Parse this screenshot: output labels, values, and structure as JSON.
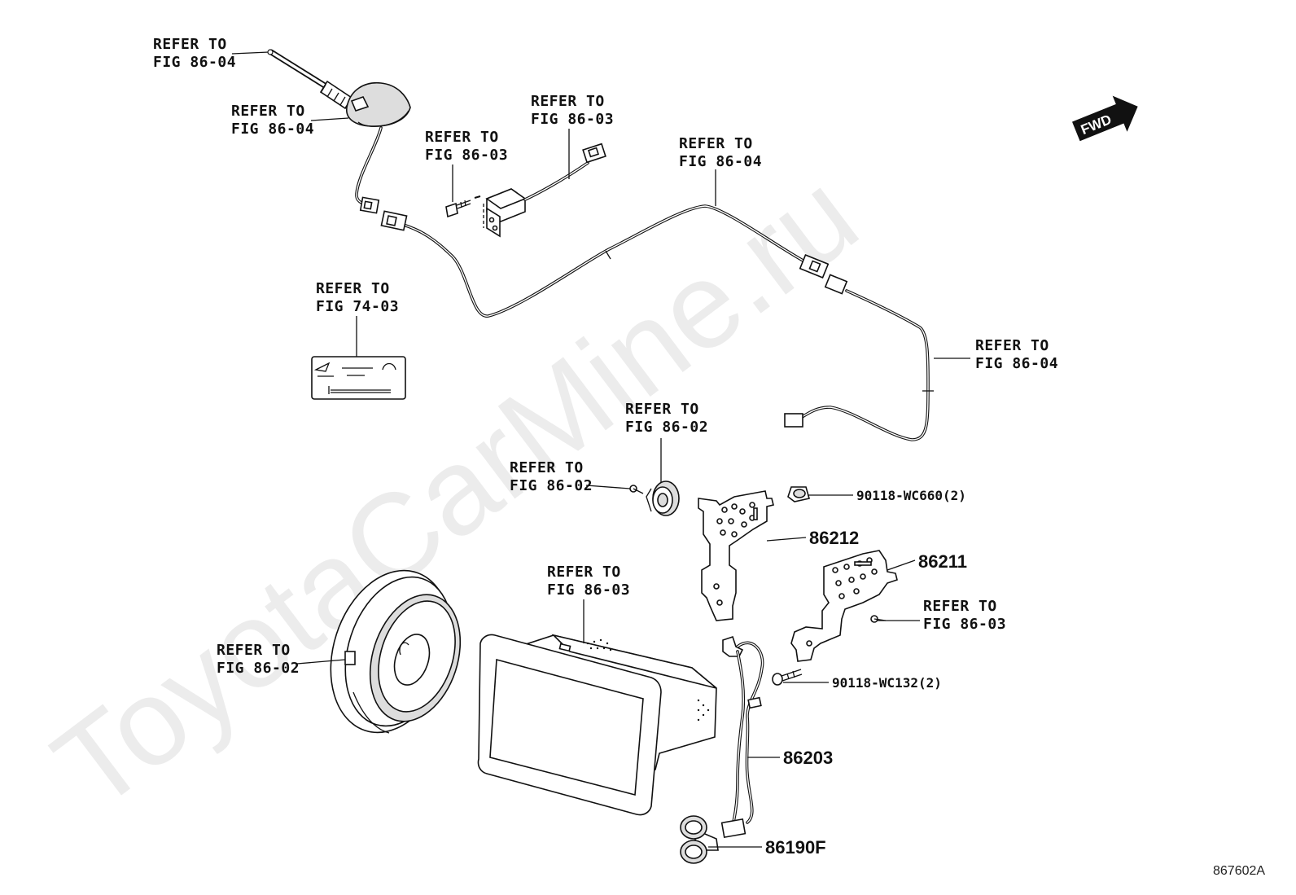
{
  "watermark": "ToyotaCarMine.ru",
  "fwd_badge": "FWD",
  "figure_code": "867602A",
  "labels": {
    "antenna_rod": [
      "REFER TO",
      "FIG 86-04"
    ],
    "antenna_base": [
      "REFER TO",
      "FIG 86-04"
    ],
    "screw_top": [
      "REFER TO",
      "FIG 86-03"
    ],
    "connector_top": [
      "REFER TO",
      "FIG 86-03"
    ],
    "cable_main": [
      "REFER TO",
      "FIG 86-04"
    ],
    "label_card": [
      "REFER TO",
      "FIG 74-03"
    ],
    "cable_right": [
      "REFER TO",
      "FIG 86-04"
    ],
    "tweeter": [
      "REFER TO",
      "FIG 86-02"
    ],
    "tweeter_screw": [
      "REFER TO",
      "FIG 86-02"
    ],
    "head_unit": [
      "REFER TO",
      "FIG 86-03"
    ],
    "bracket_screw": [
      "REFER TO",
      "FIG 86-03"
    ],
    "speaker": [
      "REFER TO",
      "FIG 86-02"
    ]
  },
  "part_numbers": {
    "bolt_top": "90118-WC660(2)",
    "bracket_left": "86212",
    "bracket_right": "86211",
    "screw_bottom": "90118-WC132(2)",
    "usb_cable": "86203",
    "usb_socket": "86190F"
  }
}
